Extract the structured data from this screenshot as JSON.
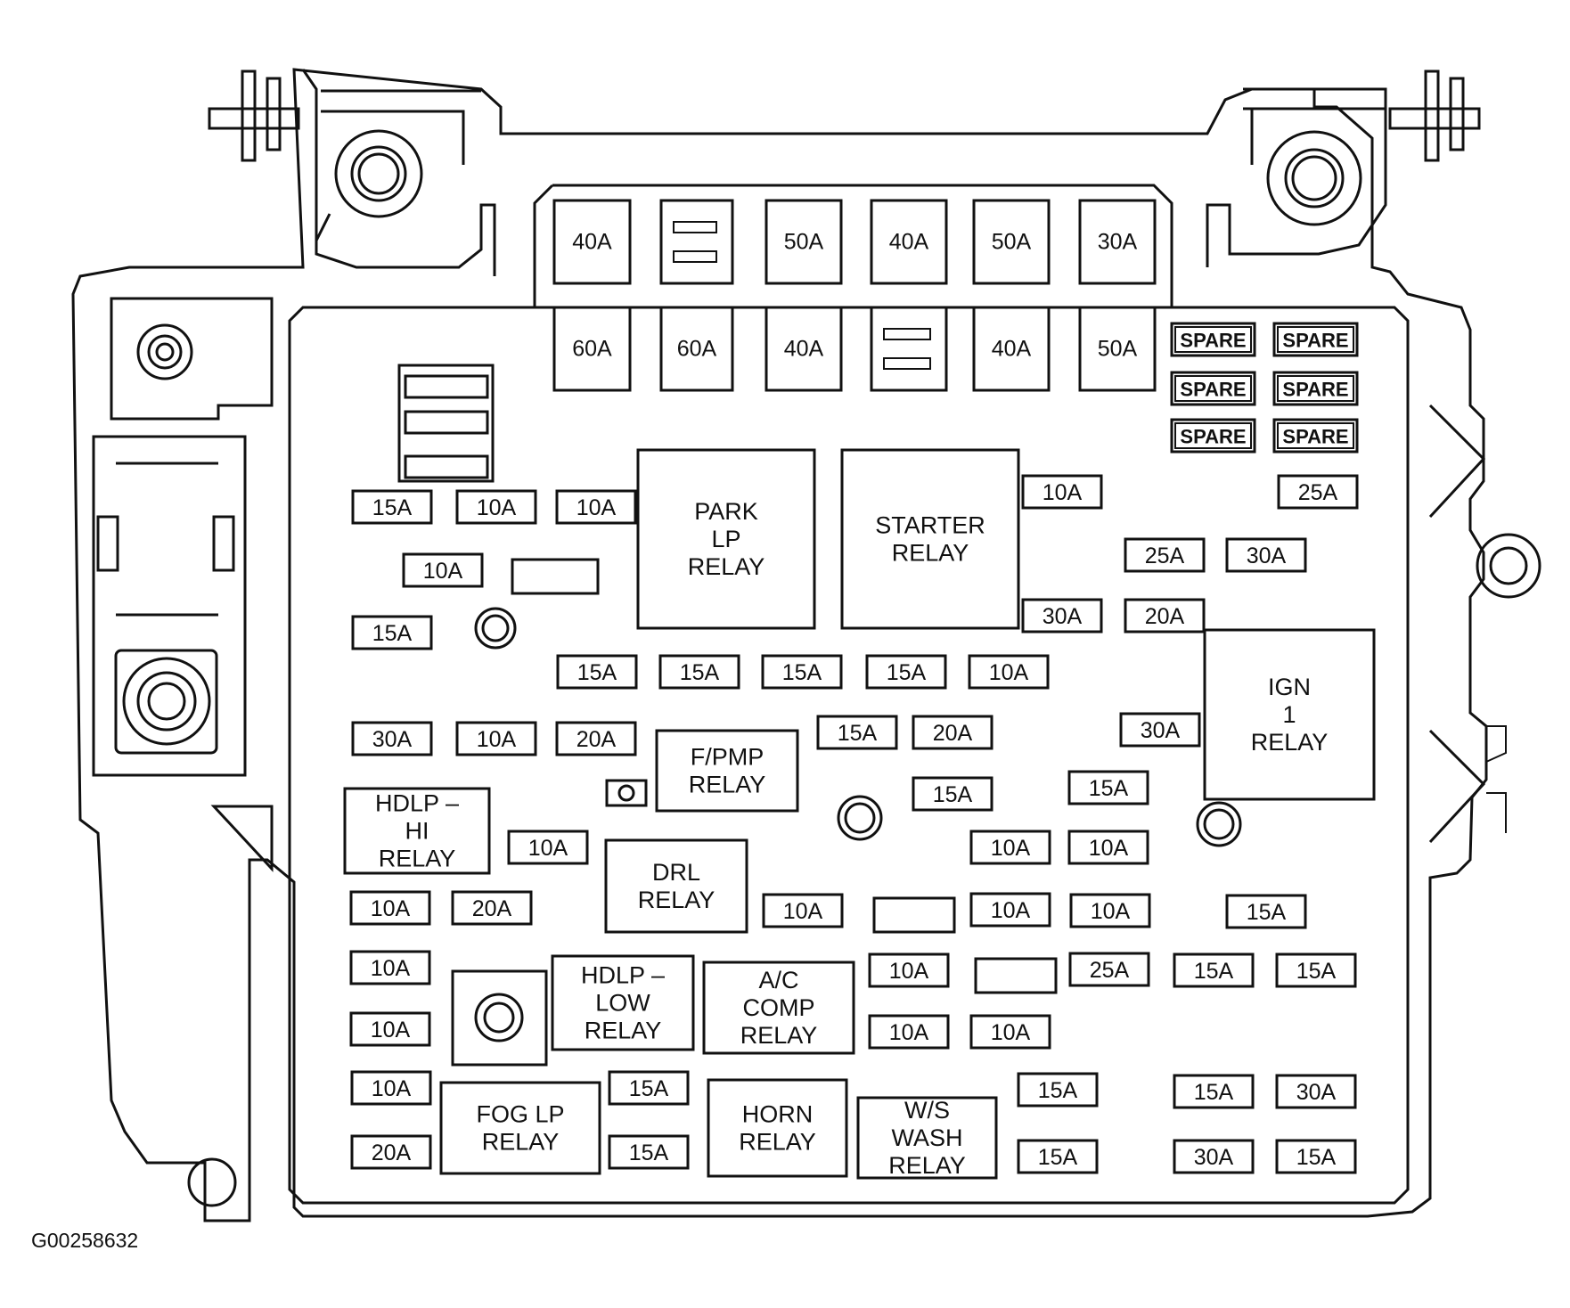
{
  "diagram_code": "G00258632",
  "maxi_fuses_top": [
    "40A",
    "50A",
    "40A",
    "50A",
    "30A"
  ],
  "maxi_fuses_second": [
    "60A",
    "60A",
    "40A",
    "40A",
    "50A"
  ],
  "spare_label": "SPARE",
  "relays": {
    "park": [
      "PARK",
      "LP",
      "RELAY"
    ],
    "starter": [
      "STARTER",
      "RELAY"
    ],
    "ign": [
      "IGN",
      "1",
      "RELAY"
    ],
    "fpmp": [
      "F/PMP",
      "RELAY"
    ],
    "hdlp_hi": [
      "HDLP –",
      "HI",
      "RELAY"
    ],
    "drl": [
      "DRL",
      "RELAY"
    ],
    "hdlp_low": [
      "HDLP –",
      "LOW",
      "RELAY"
    ],
    "ac_comp": [
      "A/C",
      "COMP",
      "RELAY"
    ],
    "fog": [
      "FOG LP",
      "RELAY"
    ],
    "horn": [
      "HORN",
      "RELAY"
    ],
    "ws_wash": [
      "W/S",
      "WASH",
      "RELAY"
    ]
  },
  "mini_fuses": [
    "15A",
    "10A",
    "10A",
    "10A",
    "25A",
    "10A",
    "25A",
    "30A",
    "15A",
    "30A",
    "20A",
    "15A",
    "15A",
    "15A",
    "15A",
    "10A",
    "30A",
    "10A",
    "20A",
    "15A",
    "20A",
    "30A",
    "15A",
    "15A",
    "10A",
    "10A",
    "10A",
    "10A",
    "20A",
    "10A",
    "10A",
    "10A",
    "15A",
    "10A",
    "10A",
    "25A",
    "15A",
    "15A",
    "10A",
    "10A",
    "10A",
    "10A",
    "15A",
    "15A",
    "15A",
    "30A",
    "20A",
    "15A",
    "15A",
    "30A",
    "15A"
  ]
}
